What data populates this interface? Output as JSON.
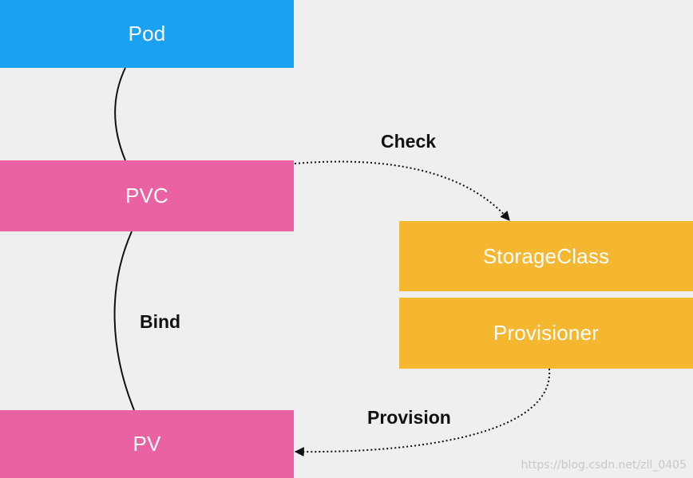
{
  "nodes": {
    "pod": {
      "label": "Pod",
      "color": "#1ba1f2"
    },
    "pvc": {
      "label": "PVC",
      "color": "#ea62a4"
    },
    "pv": {
      "label": "PV",
      "color": "#ea62a4"
    },
    "storage_class": {
      "label": "StorageClass",
      "color": "#f6b730"
    },
    "provisioner": {
      "label": "Provisioner",
      "color": "#f6b730"
    }
  },
  "edges": {
    "check_label": "Check",
    "bind_label": "Bind",
    "provision_label": "Provision"
  },
  "watermark": "https://blog.csdn.net/zll_0405"
}
